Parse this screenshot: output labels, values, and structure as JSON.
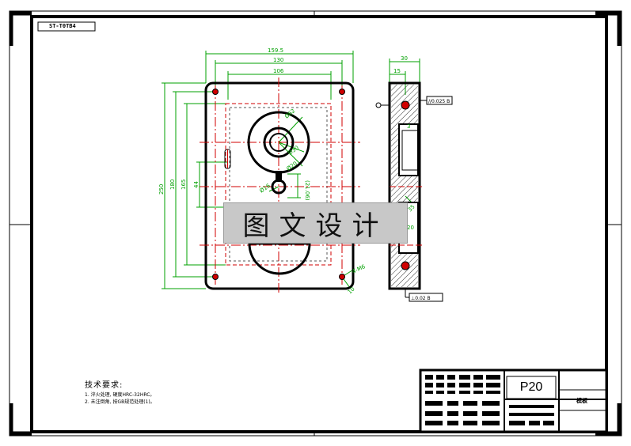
{
  "drawing": {
    "number": "ST-T0TB4",
    "part_code": "P20",
    "material_label": "模板",
    "watermark": "图文设计",
    "colors": {
      "outline": "#000000",
      "dimension": "#00a000",
      "center": "#d00000"
    }
  },
  "dimensions": {
    "overall_width": "159.5",
    "hole_span_width": "130",
    "inner_width": "106",
    "side_width": "30",
    "side_depth": "15",
    "bore_dia": "Ø62",
    "ring_dia": "Ø30",
    "counter_dia": "Ø20",
    "small_hole": "Ø16",
    "offset": "(21.06)",
    "overall_height": "250",
    "hole_span_height": "180",
    "inner_height": "165",
    "center_offset": "44",
    "side_step": "3",
    "side_pocket": "35",
    "side_relief": "20",
    "thread": "4-M6",
    "hole_depth": "10"
  },
  "tolerances": {
    "parallelism": "//0.025 B",
    "flatness": "⊥0.02 B"
  },
  "notes": {
    "title": "技术要求:",
    "lines": [
      "1. 淬火处理, 硬度HRC-32HRC。",
      "2. 未注倒角, 按GB规范处理(1)。"
    ]
  }
}
